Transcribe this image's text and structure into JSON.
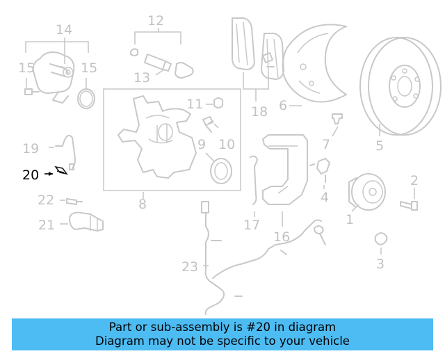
{
  "diagram": {
    "highlighted_callout": "20",
    "callouts": [
      "1",
      "2",
      "3",
      "4",
      "5",
      "6",
      "7",
      "8",
      "9",
      "10",
      "11",
      "12",
      "13",
      "14",
      "15",
      "15",
      "16",
      "17",
      "18",
      "19",
      "20",
      "21",
      "22",
      "23"
    ],
    "colors": {
      "linework": "#c8c8c8",
      "highlight": "#000000",
      "banner": "#4dbcf3"
    }
  },
  "banner": {
    "line1": "Part or sub-assembly is #20 in diagram",
    "line2": "Diagram may not be specific to your vehicle"
  }
}
